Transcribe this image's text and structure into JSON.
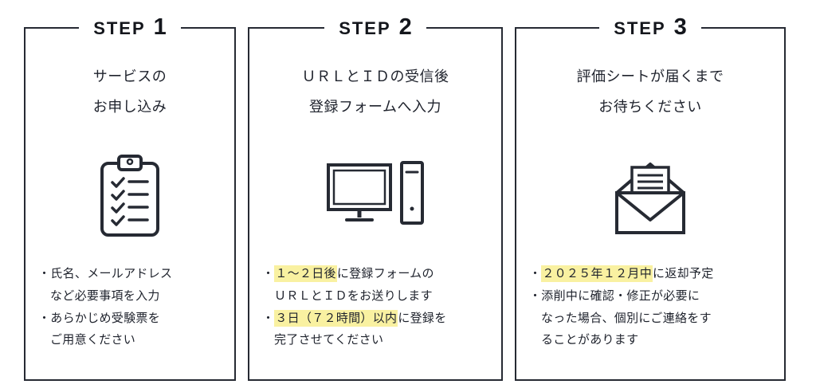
{
  "colors": {
    "text": "#1e222c",
    "border": "#262a33",
    "highlight": "#f9f1a1",
    "background": "#ffffff"
  },
  "steps": [
    {
      "label": "STEP",
      "number": "1",
      "icon": "clipboard-checklist-icon",
      "title_lines": [
        "サービスの",
        "お申し込み"
      ],
      "bullet_lines": [
        {
          "indent": false,
          "segments": [
            {
              "text": "・氏名、メールアドレス",
              "hl": false
            }
          ]
        },
        {
          "indent": true,
          "segments": [
            {
              "text": "など必要事項を入力",
              "hl": false
            }
          ]
        },
        {
          "indent": false,
          "segments": [
            {
              "text": "・あらかじめ受験票を",
              "hl": false
            }
          ]
        },
        {
          "indent": true,
          "segments": [
            {
              "text": "ご用意ください",
              "hl": false
            }
          ]
        }
      ]
    },
    {
      "label": "STEP",
      "number": "2",
      "icon": "desktop-computer-icon",
      "title_lines": [
        "ＵＲＬとＩＤの受信後",
        "登録フォームへ入力"
      ],
      "bullet_lines": [
        {
          "indent": false,
          "segments": [
            {
              "text": "・",
              "hl": false
            },
            {
              "text": "１〜２日後",
              "hl": true
            },
            {
              "text": "に登録フォームの",
              "hl": false
            }
          ]
        },
        {
          "indent": true,
          "segments": [
            {
              "text": "ＵＲＬとＩＤをお送りします",
              "hl": false
            }
          ]
        },
        {
          "indent": false,
          "segments": [
            {
              "text": "・",
              "hl": false
            },
            {
              "text": "３日（７２時間）以内",
              "hl": true
            },
            {
              "text": "に登録を",
              "hl": false
            }
          ]
        },
        {
          "indent": true,
          "segments": [
            {
              "text": "完了させてください",
              "hl": false
            }
          ]
        }
      ]
    },
    {
      "label": "STEP",
      "number": "3",
      "icon": "open-envelope-icon",
      "title_lines": [
        "評価シートが届くまで",
        "お待ちください"
      ],
      "bullet_lines": [
        {
          "indent": false,
          "segments": [
            {
              "text": "・",
              "hl": false
            },
            {
              "text": "２０２５年１２月中",
              "hl": true
            },
            {
              "text": "に返却予定",
              "hl": false
            }
          ]
        },
        {
          "indent": false,
          "segments": [
            {
              "text": "・添削中に確認・修正が必要に",
              "hl": false
            }
          ]
        },
        {
          "indent": true,
          "segments": [
            {
              "text": "なった場合、個別にご連絡をす",
              "hl": false
            }
          ]
        },
        {
          "indent": true,
          "segments": [
            {
              "text": "ることがあります",
              "hl": false
            }
          ]
        }
      ]
    }
  ]
}
